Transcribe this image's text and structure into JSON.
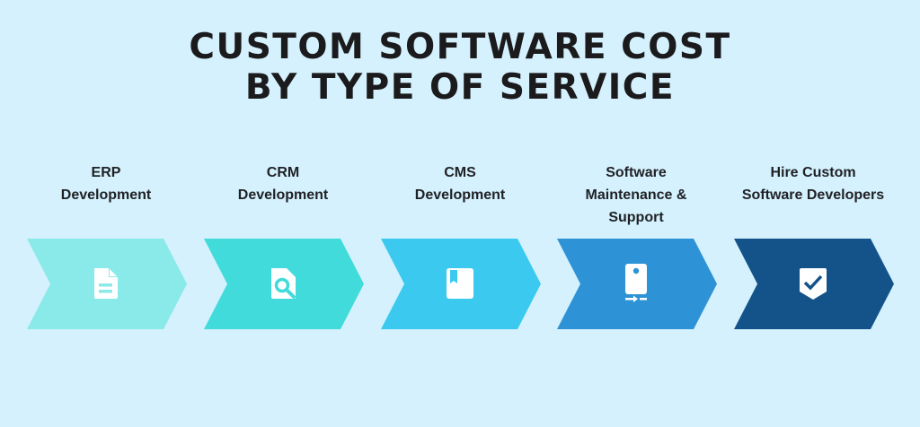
{
  "title": {
    "line1": "CUSTOM SOFTWARE COST",
    "line2": "BY TYPE OF SERVICE"
  },
  "steps": [
    {
      "label_lines": [
        "ERP",
        "Development"
      ],
      "icon": "document-icon",
      "color": "#8AEAE9"
    },
    {
      "label_lines": [
        "CRM",
        "Development"
      ],
      "icon": "file-search-icon",
      "color": "#40DBDA"
    },
    {
      "label_lines": [
        "CMS",
        "Development"
      ],
      "icon": "bookmark-book-icon",
      "color": "#3BC9F0"
    },
    {
      "label_lines": [
        "Software",
        "Maintenance &",
        "Support"
      ],
      "icon": "device-transfer-icon",
      "color": "#2D92D6"
    },
    {
      "label_lines": [
        "Hire Custom",
        "Software Developers"
      ],
      "icon": "shield-check-icon",
      "color": "#14538A"
    }
  ],
  "colors": {
    "background": "#D4F1FD",
    "title_text": "#1B1B1D",
    "icon_fill": "#FFFFFF"
  }
}
